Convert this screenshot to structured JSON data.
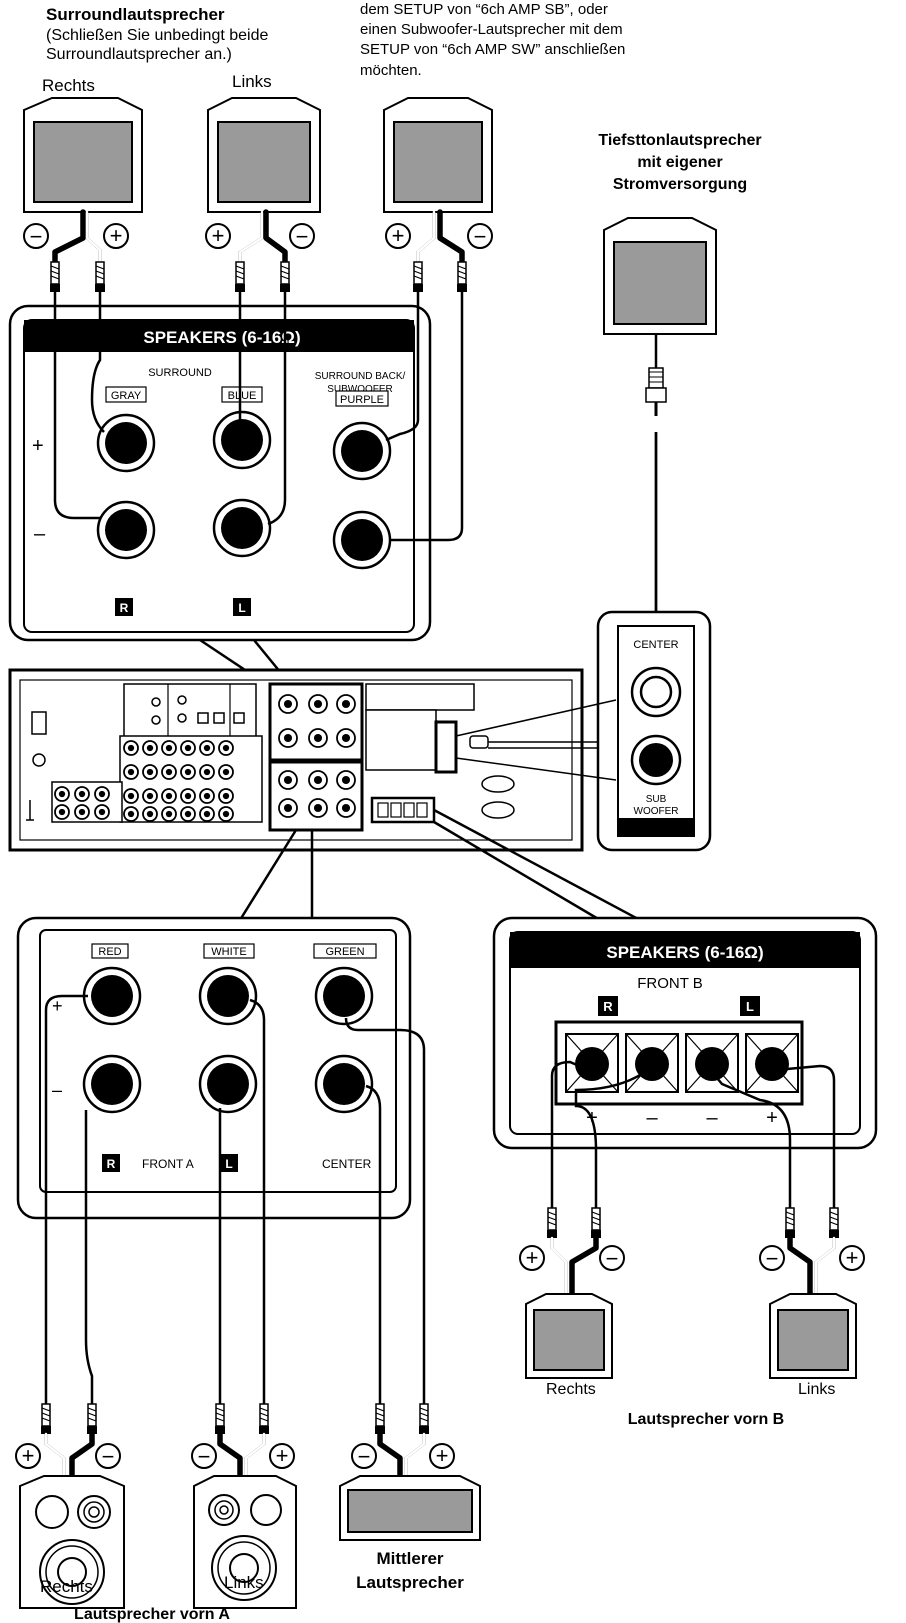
{
  "top_left": {
    "heading": "Surroundlautsprecher",
    "note_line1": "(Schließen Sie unbedingt beide",
    "note_line2": "Surroundlautsprecher an.)",
    "right_label": "Rechts",
    "left_label": "Links"
  },
  "top_right_note": {
    "line1": "dem SETUP von “6ch AMP SB”, oder",
    "line2": "einen Subwoofer-Lautsprecher mit dem",
    "line3": "SETUP von “6ch AMP SW” anschließen",
    "line4": "möchten."
  },
  "subwoofer": {
    "title_line1": "Tiefsttonlautsprecher",
    "title_line2": "mit eigener",
    "title_line3": "Stromversorgung"
  },
  "surround_panel": {
    "header": "SPEAKERS (6-16Ω)",
    "surround_label": "SURROUND",
    "sb_label_line1": "SURROUND BACK/",
    "sb_label_line2": "SUBWOOFER",
    "gray": "GRAY",
    "blue": "BLUE",
    "purple": "PURPLE",
    "plus": "+",
    "minus": "–",
    "r_badge": "R",
    "l_badge": "L"
  },
  "center_sub_box": {
    "center": "CENTER",
    "sub_line1": "SUB",
    "sub_line2": "WOOFER"
  },
  "front_a_panel": {
    "red": "RED",
    "white": "WHITE",
    "green": "GREEN",
    "plus": "+",
    "minus": "–",
    "r_badge": "R",
    "front_a": "FRONT A",
    "l_badge": "L",
    "center": "CENTER"
  },
  "front_b_panel": {
    "header": "SPEAKERS (6-16Ω)",
    "front_b": "FRONT B",
    "r_badge": "R",
    "l_badge": "L",
    "plus1": "+",
    "minus1": "–",
    "minus2": "–",
    "plus2": "+"
  },
  "bottom": {
    "front_a_right": "Rechts",
    "front_a_left": "Links",
    "center_line1": "Mittlerer",
    "center_line2": "Lautsprecher",
    "front_a_title": "Lautsprecher vorn A",
    "front_b_right": "Rechts",
    "front_b_left": "Links",
    "front_b_title": "Lautsprecher vorn B"
  },
  "symbols": {
    "plus_sym": "+",
    "minus_sym": "−"
  },
  "colors": {
    "ink": "#000000",
    "cone_gray": "#9a9a9a",
    "paper": "#ffffff"
  }
}
